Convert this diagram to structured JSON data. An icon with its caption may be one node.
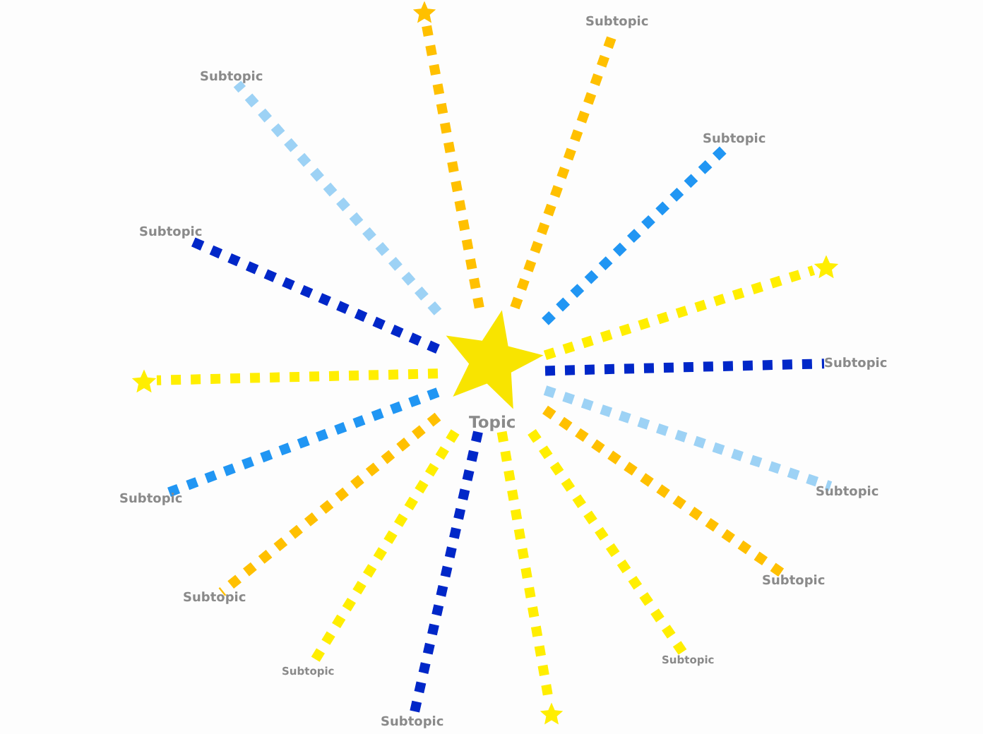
{
  "diagram": {
    "nodes": [
      {
        "text": [
          "Topic"
        ]
      },
      {
        "text": [],
        "shape": "star"
      },
      {
        "text": [
          "Subtopic"
        ]
      },
      {
        "text": [
          "Subtopic"
        ]
      },
      {
        "text": [],
        "shape": "star"
      },
      {
        "text": [
          "Subtopic"
        ]
      },
      {
        "text": [
          "Subtopic"
        ]
      },
      {
        "text": [
          "Subtopic"
        ]
      },
      {
        "text": [
          "Subtopic"
        ]
      },
      {
        "text": [],
        "shape": "star"
      },
      {
        "text": [
          "Subtopic"
        ]
      },
      {
        "text": [
          "Subtopic"
        ]
      },
      {
        "text": [
          "Subtopic"
        ]
      },
      {
        "text": [
          "Subtopic"
        ]
      },
      {
        "text": [],
        "shape": "star"
      },
      {
        "text": [
          "Subtopic"
        ]
      },
      {
        "text": [
          "Subtopic"
        ]
      }
    ],
    "edges": [
      {
        "from": 0,
        "to": 1,
        "arrow": "none",
        "style": "dashed",
        "color": "#ffc000"
      },
      {
        "from": 0,
        "to": 2,
        "arrow": "none",
        "style": "dashed",
        "color": "#ffc000"
      },
      {
        "from": 0,
        "to": 3,
        "arrow": "none",
        "style": "dashed",
        "color": "#2196f3"
      },
      {
        "from": 0,
        "to": 4,
        "arrow": "none",
        "style": "dashed"
      },
      {
        "from": 0,
        "to": 5,
        "arrow": "none",
        "style": "dashed",
        "color": "#0027c8"
      },
      {
        "from": 0,
        "to": 6,
        "arrow": "none",
        "style": "dashed",
        "color": "#9dd2f5"
      },
      {
        "from": 0,
        "to": 7,
        "arrow": "none",
        "style": "dashed",
        "color": "#ffc000"
      },
      {
        "from": 0,
        "to": 8,
        "arrow": "none",
        "style": "dashed"
      },
      {
        "from": 0,
        "to": 9,
        "arrow": "none",
        "style": "dashed"
      },
      {
        "from": 0,
        "to": 10,
        "arrow": "none",
        "style": "dashed",
        "color": "#0027c8"
      },
      {
        "from": 0,
        "to": 11,
        "arrow": "none",
        "style": "dashed"
      },
      {
        "from": 0,
        "to": 12,
        "arrow": "none",
        "style": "dashed",
        "color": "#ffc000"
      },
      {
        "from": 0,
        "to": 13,
        "arrow": "none",
        "style": "dashed",
        "color": "#2196f3"
      },
      {
        "from": 0,
        "to": 14,
        "arrow": "none",
        "style": "dashed"
      },
      {
        "from": 0,
        "to": 15,
        "arrow": "none",
        "style": "dashed",
        "color": "#0027c8"
      },
      {
        "from": 0,
        "to": 16,
        "arrow": "none",
        "style": "dashed",
        "color": "#9dd2f5"
      }
    ]
  }
}
